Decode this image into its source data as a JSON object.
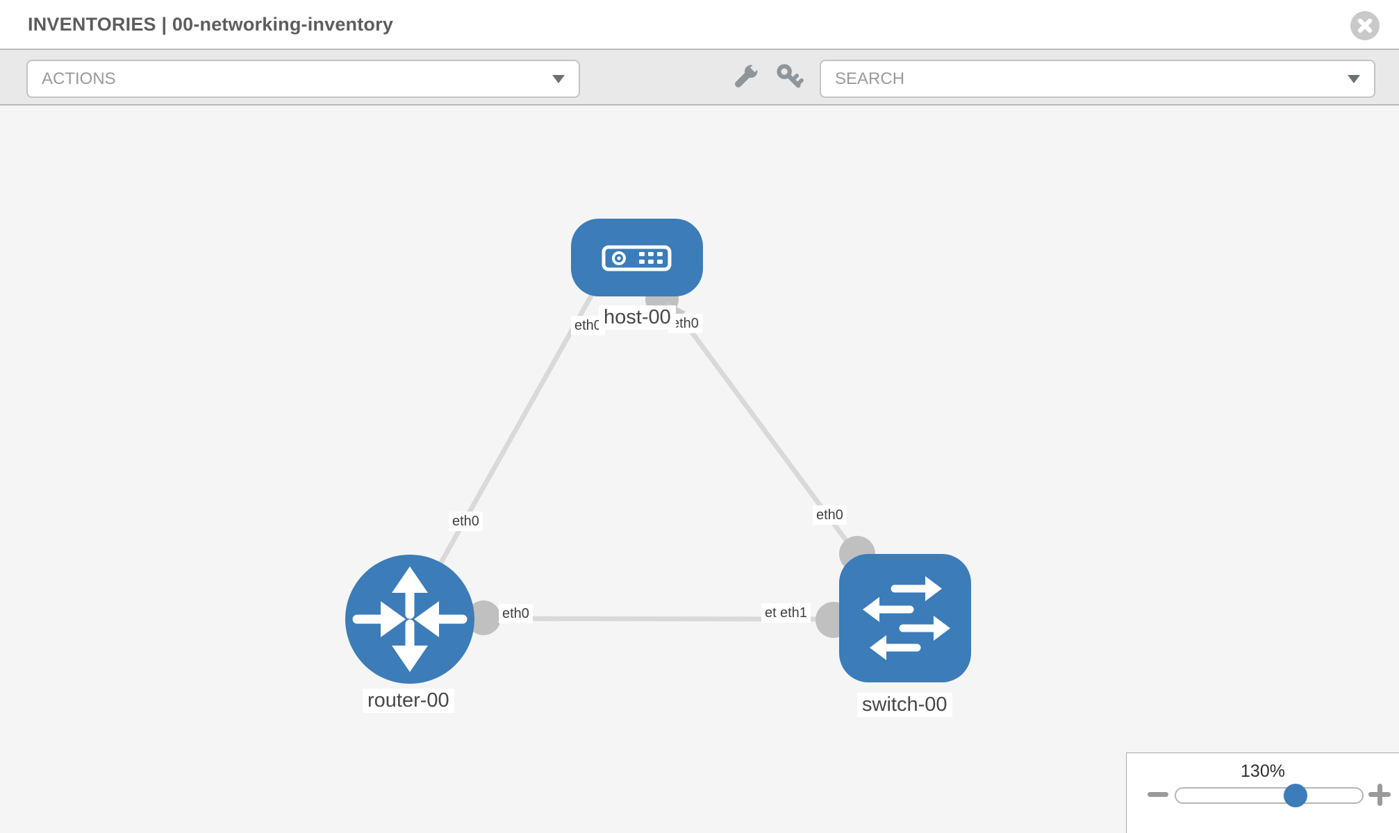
{
  "header": {
    "title": "INVENTORIES | 00-networking-inventory"
  },
  "toolbar": {
    "actions_label": "ACTIONS",
    "search_placeholder": "SEARCH",
    "icons": [
      "wrench",
      "key"
    ]
  },
  "topology": {
    "nodes": [
      {
        "id": "host-00",
        "type": "host",
        "label": "host-00"
      },
      {
        "id": "router-00",
        "type": "router",
        "label": "router-00"
      },
      {
        "id": "switch-00",
        "type": "switch",
        "label": "switch-00"
      }
    ],
    "links": [
      {
        "from": "host-00",
        "to": "router-00",
        "from_interface": "eth0",
        "to_interface": "eth0"
      },
      {
        "from": "host-00",
        "to": "switch-00",
        "from_interface": "eth0",
        "to_interface": "eth0"
      },
      {
        "from": "router-00",
        "to": "switch-00",
        "from_interface": "eth0",
        "to_interface": "eth1",
        "overlapped_interface": "eth0"
      }
    ]
  },
  "zoom_panel": {
    "level": "130%"
  },
  "colors": {
    "node_blue": "#3c7cb8",
    "link_gray": "#d9d9d9",
    "connector_gray": "#c0c0c0",
    "canvas_bg": "#f5f5f5",
    "toolbar_bg": "#e9e9e9"
  }
}
